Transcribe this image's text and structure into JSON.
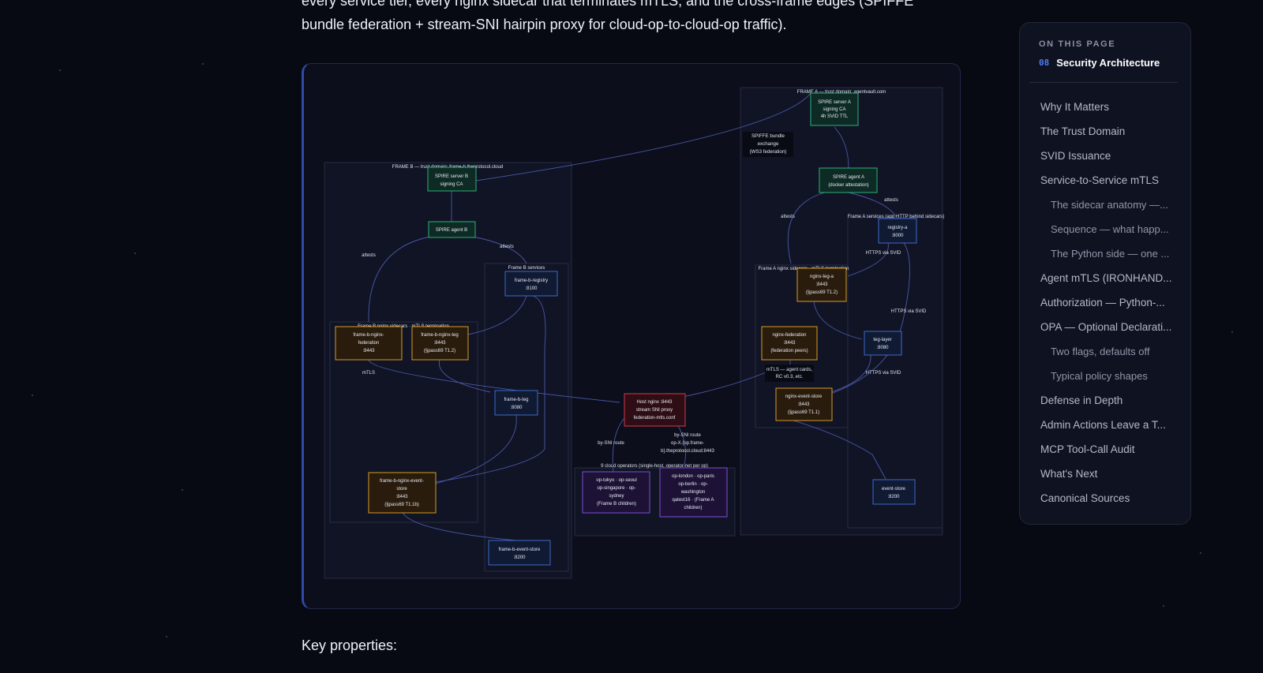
{
  "intro": {
    "line1": "every service tier, every nginx sidecar that terminates mTLS, and the cross-frame edges (SPIFFE",
    "line2": "bundle federation + stream-SNI hairpin proxy for cloud-op-to-cloud-op traffic)."
  },
  "key_properties_heading": "Key properties:",
  "toc": {
    "heading": "ON THIS PAGE",
    "current_number": "08",
    "current_label": "Security Architecture",
    "items": [
      {
        "label": "Why It Matters",
        "level": 1
      },
      {
        "label": "The Trust Domain",
        "level": 1
      },
      {
        "label": "SVID Issuance",
        "level": 1
      },
      {
        "label": "Service-to-Service mTLS",
        "level": 1
      },
      {
        "label": "The sidecar anatomy —...",
        "level": 2
      },
      {
        "label": "Sequence — what happ...",
        "level": 2
      },
      {
        "label": "The Python side — one ...",
        "level": 2
      },
      {
        "label": "Agent mTLS (IRONHAND...",
        "level": 1
      },
      {
        "label": "Authorization — Python-...",
        "level": 1
      },
      {
        "label": "OPA — Optional Declarati...",
        "level": 1
      },
      {
        "label": "Two flags, defaults off",
        "level": 2
      },
      {
        "label": "Typical policy shapes",
        "level": 2
      },
      {
        "label": "Defense in Depth",
        "level": 1
      },
      {
        "label": "Admin Actions Leave a T...",
        "level": 1
      },
      {
        "label": "MCP Tool-Call Audit",
        "level": 1
      },
      {
        "label": "What's Next",
        "level": 1
      },
      {
        "label": "Canonical Sources",
        "level": 1
      }
    ]
  },
  "diagram": {
    "groups": {
      "frame_a": "FRAME A — trust domain: agentvault.com",
      "frame_b": "FRAME B — trust domain: frame-b.theprotocol.cloud",
      "frame_b_services": "Frame B services",
      "frame_b_sidecars": "Frame B nginx sidecars · mTLS termination",
      "frame_a_sidecars": "Frame A nginx sidecars · mTLS termination",
      "frame_a_services": "Frame A services (app HTTP behind sidecars)",
      "cloud_ops": "9 cloud operators (single-host, operator-net per op)"
    },
    "nodes": {
      "spire_server_a": [
        "SPIRE server A",
        "signing CA",
        "4h SVID TTL"
      ],
      "spire_agent_a": [
        "SPIRE agent A",
        "(docker attestation)"
      ],
      "spire_server_b": [
        "SPIRE server B",
        "signing CA"
      ],
      "spire_agent_b": [
        "SPIRE agent B"
      ],
      "bundle_exchange": [
        "SPIFFE bundle",
        "exchange",
        "(WS3 federation)"
      ],
      "frame_b_registry": [
        "frame-b-registry",
        ":8100"
      ],
      "frame_b_nginx_federation": [
        "frame-b-nginx-",
        "federation",
        ":8443"
      ],
      "frame_b_nginx_teg": [
        "frame-b-nginx-teg",
        ":8443",
        "(§pass69 T1.2)"
      ],
      "frame_b_teg": [
        "frame-b-teg",
        ":8080"
      ],
      "frame_b_nginx_event_store": [
        "frame-b-nginx-event-",
        "store",
        ":8443",
        "(§pass69 T1.1b)"
      ],
      "frame_b_event_store": [
        "frame-b-event-store",
        ":8200"
      ],
      "host_nginx": [
        "Host nginx :8443",
        "stream SNI proxy",
        "federation-mtls.conf"
      ],
      "ops_frame_b": [
        "op-tokyo · op-seoul",
        "op-singapore · op-",
        "sydney",
        "(Frame B children)"
      ],
      "ops_frame_a": [
        "op-london · op-paris",
        "op-berlin · op-",
        "washington",
        "qatest16 · (Frame A",
        "children)"
      ],
      "registry_a": [
        "registry-a",
        ":8000"
      ],
      "nginx_teg_a": [
        "nginx-teg-a",
        ":8443",
        "(§pass69 T1.2)"
      ],
      "nginx_federation": [
        "nginx-federation",
        ":8443",
        "(federation peers)"
      ],
      "teg_layer": [
        "teg-layer",
        ":8080"
      ],
      "nginx_event_store": [
        "nginx-event-store",
        ":8443",
        "(§pass69 T1.1)"
      ],
      "event_store": [
        "event-store",
        ":8200"
      ],
      "mtls_agent_cards": [
        "mTLS — agent cards,",
        "RC v0.3, etc."
      ]
    },
    "edge_labels": {
      "attests_b_left": "attests",
      "attests_b_right": "attests",
      "attests_a_left": "attests",
      "attests_a_right": "attests",
      "mtls": "mTLS",
      "https_1": "HTTPS via SVID",
      "https_2": "HTTPS via SVID",
      "https_3": "HTTPS via SVID",
      "sni_route_left": "by-SNI route",
      "sni_route_right": [
        "by-SNI route",
        "op-X.{op.frame-",
        "b}.theprotocol.cloud:8443"
      ]
    }
  }
}
